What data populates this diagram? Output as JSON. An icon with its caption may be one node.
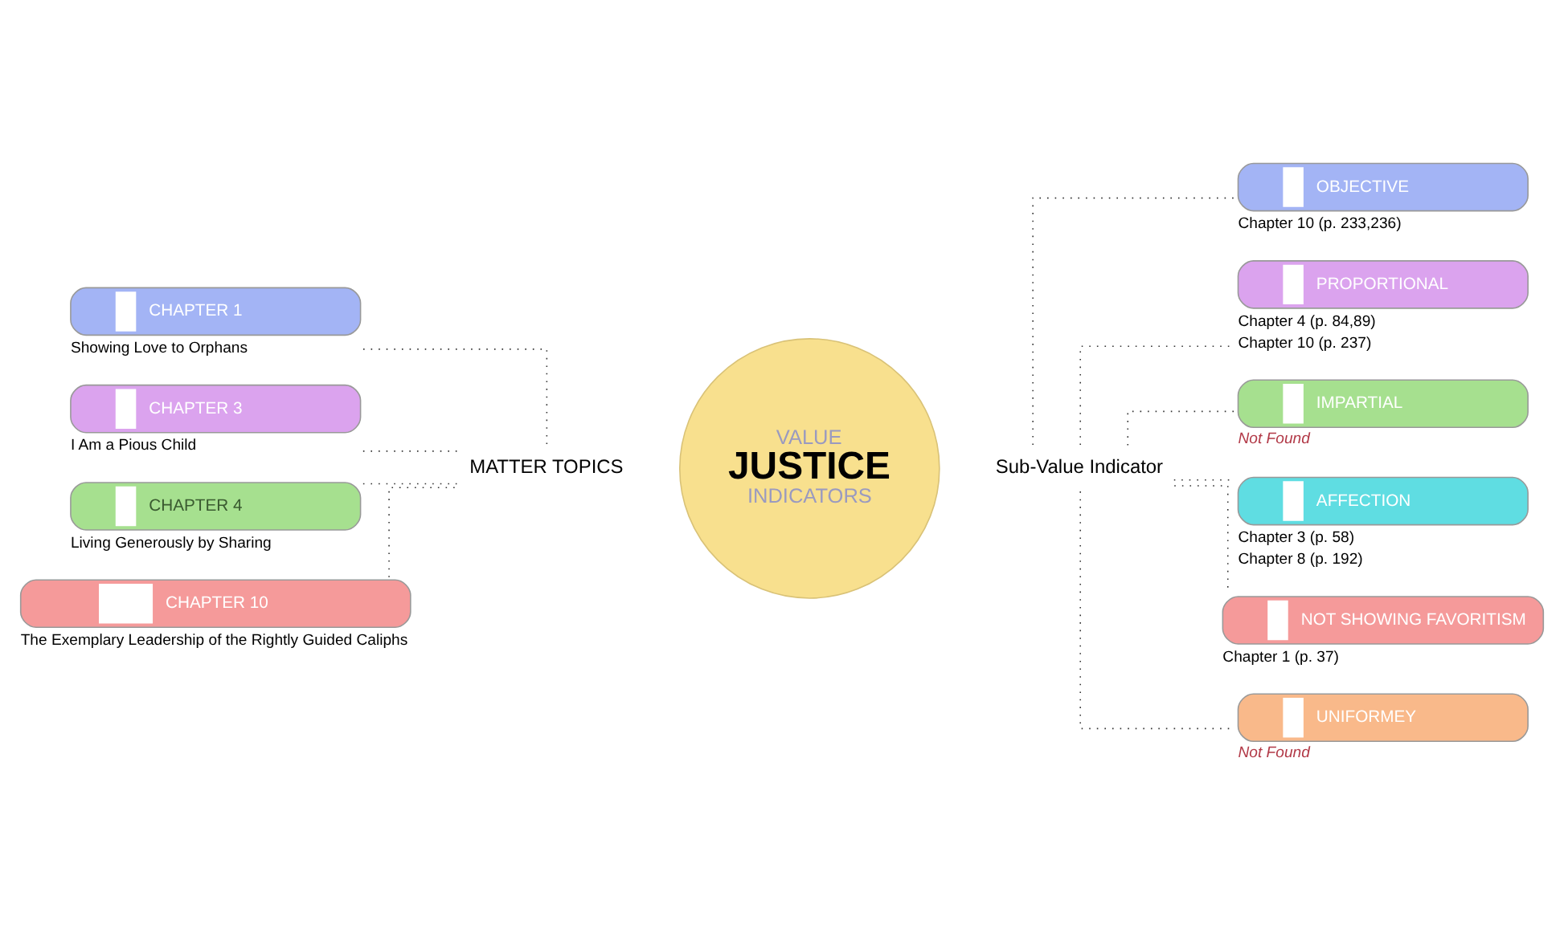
{
  "diagram": {
    "nodes": [
      {
        "text": [
          "VALUE",
          "JUSTICE",
          "INDICATORS"
        ]
      },
      {
        "text": [
          "MATTER TOPICS"
        ]
      },
      {
        "text": [
          "CHAPTER 1"
        ],
        "beside": [
          "Showing Love to Orphans"
        ]
      },
      {
        "text": [
          "CHAPTER 3"
        ],
        "beside": [
          "I Am a Pious Child"
        ]
      },
      {
        "text": [
          "CHAPTER 4"
        ],
        "beside": [
          "Living Generously by Sharing"
        ]
      },
      {
        "text": [
          "CHAPTER 10"
        ],
        "beside": [
          "The Exemplary Leadership of the Rightly Guided Caliphs"
        ]
      },
      {
        "text": [
          "Sub-Value Indicator"
        ]
      },
      {
        "text": [
          "OBJECTIVE"
        ],
        "beside": [
          "Chapter 10 (p. 233,236)"
        ]
      },
      {
        "text": [
          "PROPORTIONAL"
        ],
        "beside": [
          "Chapter 4 (p. 84,89)",
          "Chapter 10 (p. 237)"
        ]
      },
      {
        "text": [
          "IMPARTIAL"
        ],
        "beside": [
          "Not Found"
        ]
      },
      {
        "text": [
          "AFFECTION"
        ],
        "beside": [
          "Chapter 3 (p. 58)",
          "Chapter 8 (p. 192)"
        ]
      },
      {
        "text": [
          "NOT SHOWING FAVORITISM"
        ],
        "beside": [
          "Chapter 1 (p. 37)"
        ]
      },
      {
        "text": [
          "UNIFORMEY"
        ],
        "beside": [
          "Not Found"
        ]
      }
    ],
    "edges": [
      {
        "from": 2,
        "to": 1,
        "arrow": "none"
      },
      {
        "from": 3,
        "to": 1,
        "arrow": "none"
      },
      {
        "from": 4,
        "to": 1,
        "arrow": "none"
      },
      {
        "from": 5,
        "to": 1,
        "arrow": "none"
      },
      {
        "from": 6,
        "to": 7,
        "arrow": "none"
      },
      {
        "from": 6,
        "to": 8,
        "arrow": "none"
      },
      {
        "from": 6,
        "to": 9,
        "arrow": "none"
      },
      {
        "from": 6,
        "to": 10,
        "arrow": "none"
      },
      {
        "from": 6,
        "to": 11,
        "arrow": "none"
      },
      {
        "from": 6,
        "to": 12,
        "arrow": "none"
      }
    ]
  }
}
